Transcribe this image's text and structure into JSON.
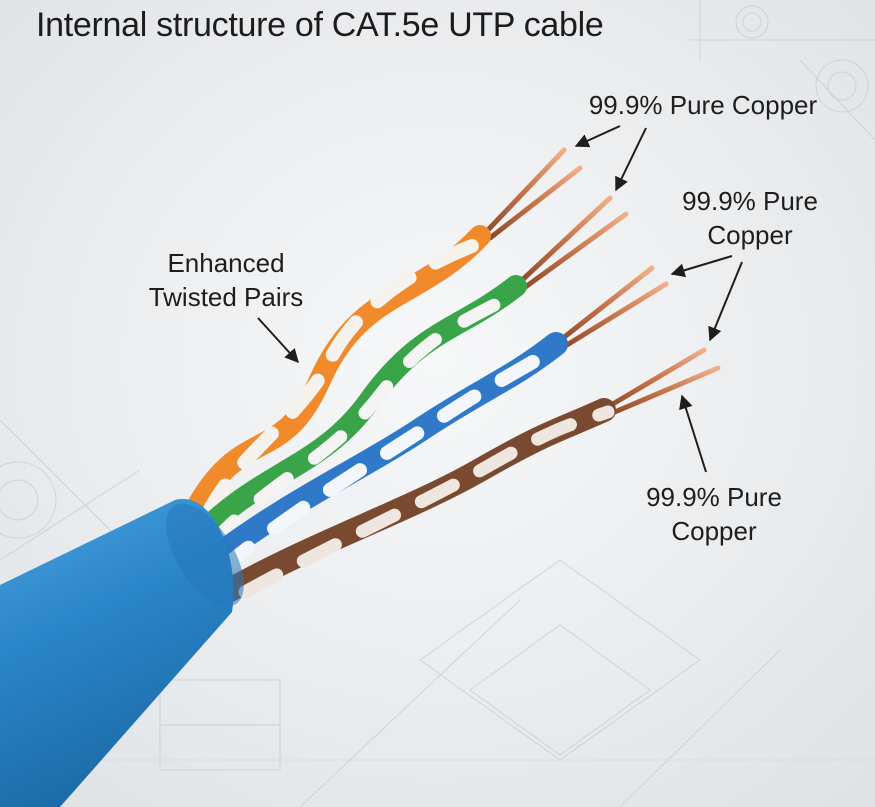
{
  "title": "Internal structure of CAT.5e UTP cable",
  "labels": {
    "twisted_pairs": {
      "line1": "Enhanced",
      "line2": "Twisted Pairs"
    },
    "copper_top": {
      "line1": "99.9% Pure Copper"
    },
    "copper_mid": {
      "line1": "99.9% Pure",
      "line2": "Copper"
    },
    "copper_bottom": {
      "line1": "99.9% Pure",
      "line2": "Copper"
    }
  },
  "colors": {
    "jacket": "#2a86c9",
    "pair_orange": "#f08a2a",
    "pair_green": "#3aa548",
    "pair_blue": "#2f79c8",
    "pair_brown": "#7a4a30",
    "copper": "#c87a4a",
    "background": "#eceef0"
  },
  "icons": [
    "arrow-icon"
  ]
}
